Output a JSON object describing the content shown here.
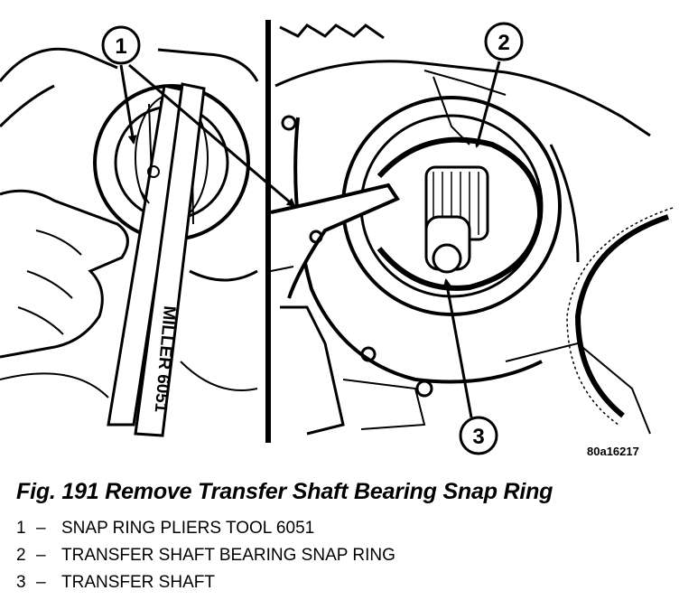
{
  "figure": {
    "caption": "Fig. 191 Remove Transfer Shaft Bearing Snap Ring",
    "image_code": "80a16217",
    "tool_marking": "MILLER 6051",
    "callouts": [
      {
        "number": "1"
      },
      {
        "number": "2"
      },
      {
        "number": "3"
      }
    ],
    "legend": [
      {
        "number": "1",
        "separator": "–",
        "text": "SNAP RING PLIERS TOOL 6051"
      },
      {
        "number": "2",
        "separator": "–",
        "text": "TRANSFER SHAFT BEARING SNAP RING"
      },
      {
        "number": "3",
        "separator": "–",
        "text": "TRANSFER SHAFT"
      }
    ]
  }
}
